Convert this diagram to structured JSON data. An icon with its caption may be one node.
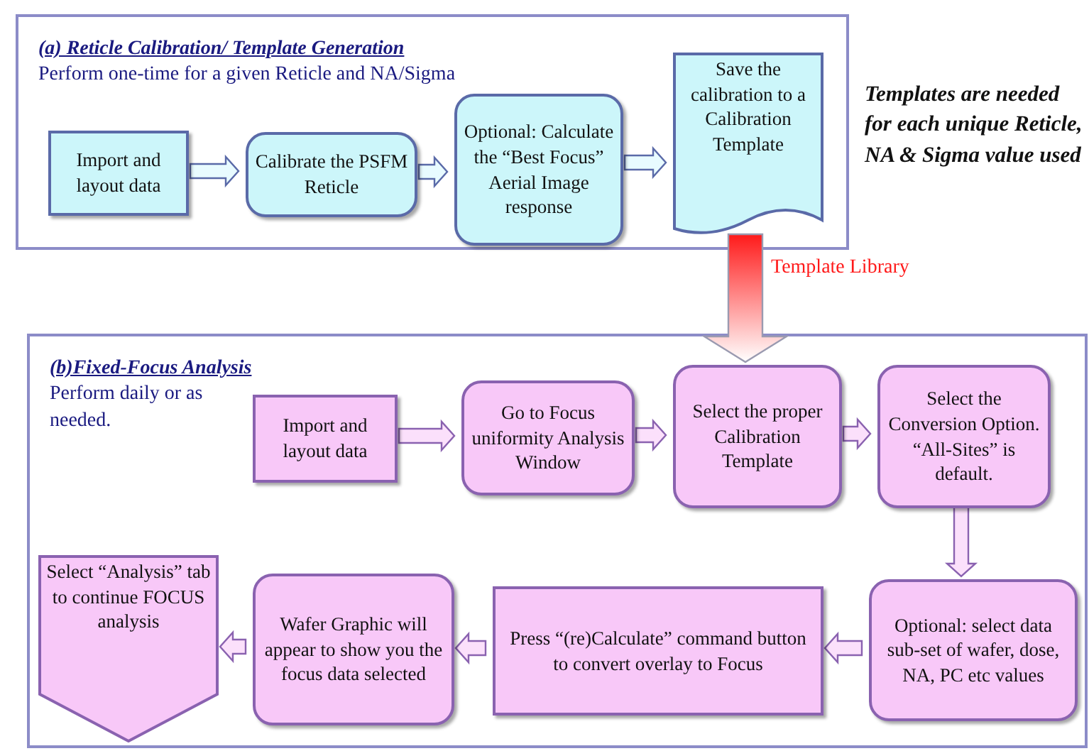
{
  "diagram": {
    "nodes": [
      {
        "text": [
          "(a) Reticle Calibration/ Template Generation",
          "Perform one-time for a given Reticle and NA/Sigma"
        ]
      },
      {
        "text": [
          "Import and layout data"
        ],
        "in": 0
      },
      {
        "text": [
          "Calibrate the PSFM Reticle"
        ],
        "in": 0
      },
      {
        "text": [
          "Optional: Calculate the “Best Focus” Aerial Image response"
        ],
        "in": 0
      },
      {
        "text": [
          "Save the calibration to a Calibration Template"
        ],
        "in": 0
      },
      {
        "text": [
          "(b)Fixed-Focus Analysis",
          "Perform daily or as needed."
        ]
      },
      {
        "text": [
          "Import and layout data"
        ],
        "in": 5
      },
      {
        "text": [
          "Go to Focus uniformity Analysis Window"
        ],
        "in": 5
      },
      {
        "text": [
          "Select the proper Calibration Template"
        ],
        "in": 5
      },
      {
        "text": [
          "Select the Conversion Option. “All-Sites” is default."
        ],
        "in": 5
      },
      {
        "text": [
          "Optional: select data sub-set of wafer, dose, NA, PC etc values"
        ],
        "in": 5
      },
      {
        "text": [
          "Press “(re)Calculate” command button to convert overlay to Focus"
        ],
        "in": 5
      },
      {
        "text": [
          "Wafer Graphic will appear to show you the focus data selected"
        ],
        "in": 5
      },
      {
        "text": [
          "Select “Analysis” tab to continue FOCUS analysis"
        ],
        "in": 5
      }
    ],
    "edges": [
      {
        "from": 1,
        "to": 2,
        "arrow": "to"
      },
      {
        "from": 2,
        "to": 3,
        "arrow": "to"
      },
      {
        "from": 3,
        "to": 4,
        "arrow": "to"
      },
      {
        "from": 4,
        "to": 8,
        "arrow": "to",
        "label": "Template Library",
        "style": "thick",
        "color": "#ff1a1a"
      },
      {
        "from": 6,
        "to": 7,
        "arrow": "to"
      },
      {
        "from": 7,
        "to": 8,
        "arrow": "to"
      },
      {
        "from": 8,
        "to": 9,
        "arrow": "to"
      },
      {
        "from": 9,
        "to": 10,
        "arrow": "to"
      },
      {
        "from": 10,
        "to": 11,
        "arrow": "to"
      },
      {
        "from": 11,
        "to": 12,
        "arrow": "to"
      },
      {
        "from": 12,
        "to": 13,
        "arrow": "to"
      }
    ],
    "labels": [
      "Templates are needed for each unique Reticle, NA & Sigma value used"
    ]
  }
}
